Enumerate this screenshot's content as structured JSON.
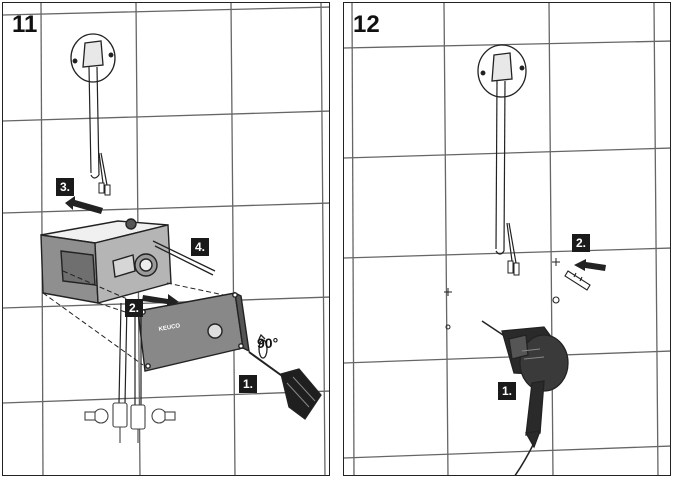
{
  "panels": [
    {
      "number": "11",
      "steps": [
        "1.",
        "2.",
        "3.",
        "4."
      ],
      "angle_label": "90°",
      "brand_text": "KEUCO"
    },
    {
      "number": "12",
      "steps": [
        "1.",
        "2."
      ]
    }
  ],
  "colors": {
    "line": "#222222",
    "grid": "#555555",
    "label_bg": "#1a1a1a",
    "label_text": "#ffffff"
  }
}
